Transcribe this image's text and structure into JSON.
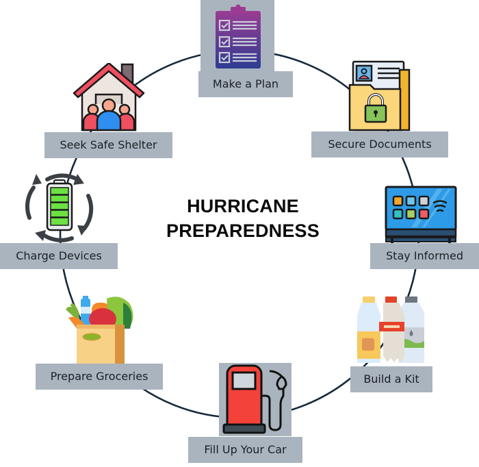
{
  "title": {
    "line1": "HURRICANE",
    "line2": "PREPAREDNESS"
  },
  "steps": [
    {
      "label": "Make a Plan",
      "icon": "clipboard-checklist-icon"
    },
    {
      "label": "Secure Documents",
      "icon": "locked-folder-icon"
    },
    {
      "label": "Stay Informed",
      "icon": "television-icon"
    },
    {
      "label": "Build a Kit",
      "icon": "bottles-icon"
    },
    {
      "label": "Fill Up Your Car",
      "icon": "fuel-pump-icon"
    },
    {
      "label": "Prepare Groceries",
      "icon": "grocery-bag-icon"
    },
    {
      "label": "Charge Devices",
      "icon": "charging-battery-icon"
    },
    {
      "label": "Seek Safe Shelter",
      "icon": "house-family-icon"
    }
  ],
  "colors": {
    "label_bg": "#aab4bf",
    "ring": "#14293b",
    "text": "#1b1f24"
  }
}
